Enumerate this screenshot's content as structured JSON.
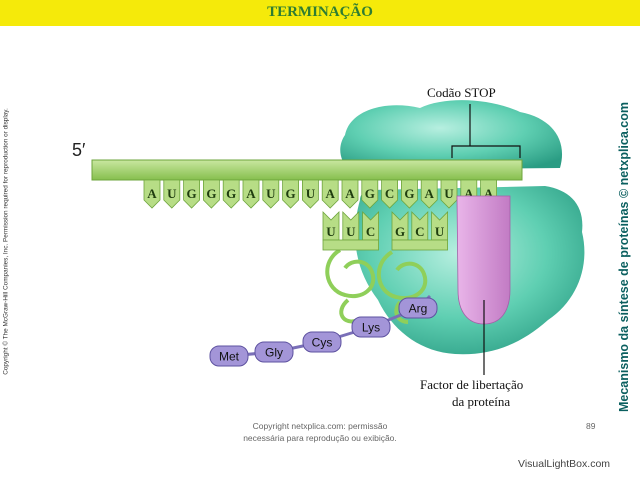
{
  "header": {
    "title": "TERMINAÇÃO"
  },
  "side": {
    "copyright": "Copyright © The McGraw-Hill Companies, Inc. Permission required for reproduction or display.",
    "vertical_title": "Mecanismo da síntese de proteínas © netxplica.com"
  },
  "diagram": {
    "mrna_label": "5′",
    "stop_codon_label": "Codão STOP",
    "release_factor_label_line1": "Factor de libertação",
    "release_factor_label_line2": "da proteína",
    "mrna_codons": [
      "AUG",
      "GGA",
      "UGU",
      "AAG",
      "CGA",
      "UAA"
    ],
    "trna_left_anticodon": [
      "U",
      "U",
      "C"
    ],
    "trna_right_anticodon": [
      "G",
      "C",
      "U"
    ],
    "peptide": [
      "Met",
      "Gly",
      "Cys",
      "Lys",
      "Arg"
    ]
  },
  "footer": {
    "line1": "Copyright netxplica.com: permissão",
    "line2": "necessária para reprodução ou exibição.",
    "page": "89"
  },
  "watermark": "VisualLightBox.com",
  "colors": {
    "title_bar": "#f5ea0a",
    "title_text": "#2e7d32",
    "ribosome": "#4fc3a6",
    "mrna": "#9ccc65",
    "release_factor": "#d48fd4",
    "amino_acid": "#9b8fd0"
  }
}
